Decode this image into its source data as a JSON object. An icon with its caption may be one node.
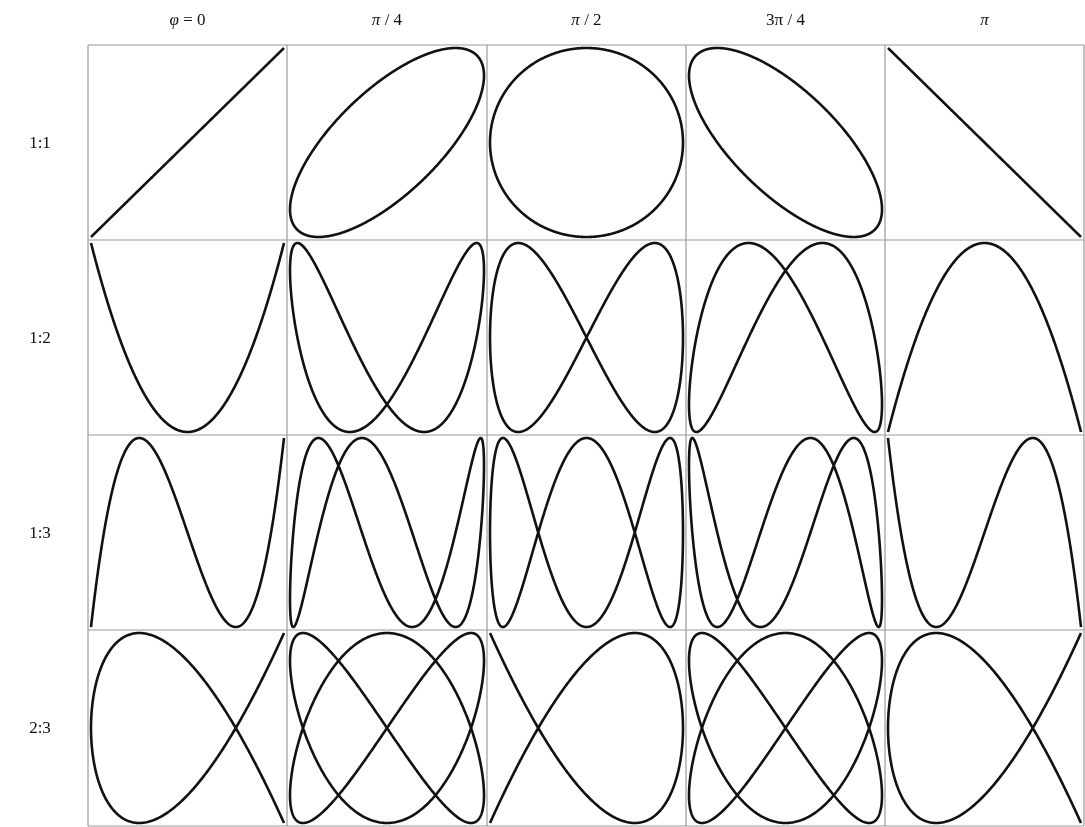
{
  "diagram": {
    "labels": [
      "*φ* = 0",
      "*π* / 4",
      "*π* / 2",
      "3π / 4",
      "π",
      "1:1",
      "1:2",
      "1:3",
      "2:3"
    ]
  }
}
